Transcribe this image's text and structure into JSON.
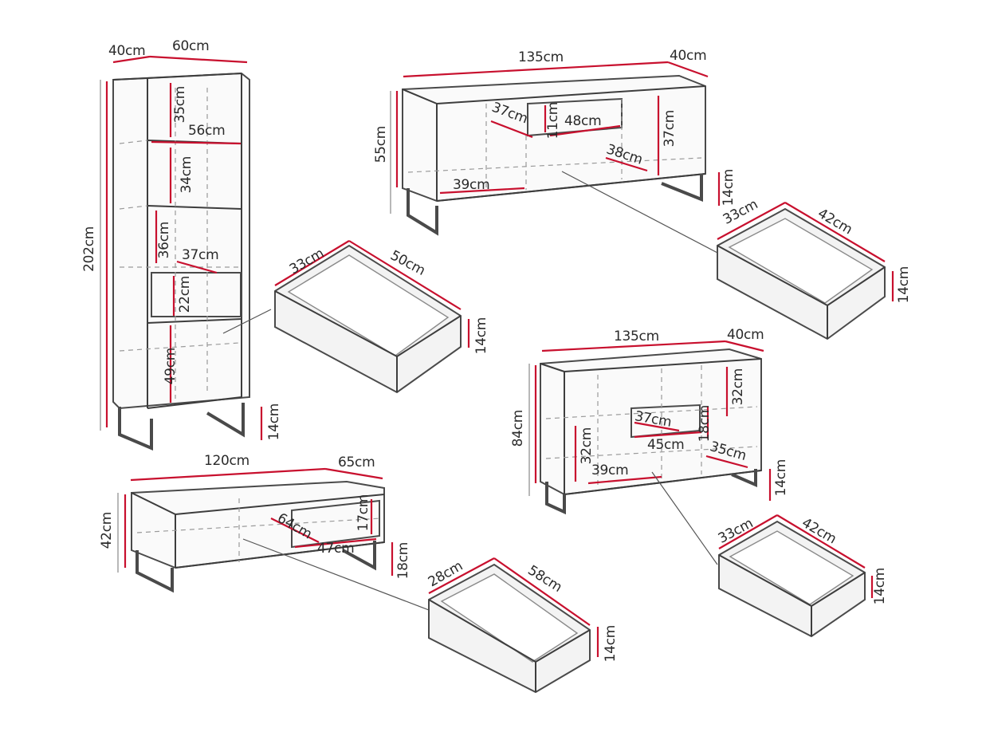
{
  "labels": {
    "bookcase_depth": "40cm",
    "bookcase_width": "60cm",
    "bookcase_height": "202cm",
    "bookcase_shelf1": "35cm",
    "bookcase_inner_width": "56cm",
    "bookcase_shelf2": "34cm",
    "bookcase_shelf3": "36cm",
    "bookcase_niche_width": "37cm",
    "bookcase_niche_height": "22cm",
    "bookcase_bottom": "49cm",
    "bookcase_leg": "14cm",
    "bookcase_drawer_depth": "33cm",
    "bookcase_drawer_width": "50cm",
    "bookcase_drawer_height": "14cm",
    "tv_width": "135cm",
    "tv_depth": "40cm",
    "tv_height": "55cm",
    "tv_niche_depth": "37cm",
    "tv_niche_height": "11cm",
    "tv_niche_width": "48cm",
    "tv_side_height": "37cm",
    "tv_side_depth": "38cm",
    "tv_side_width": "39cm",
    "tv_leg": "14cm",
    "tv_drawer_depth": "33cm",
    "tv_drawer_width": "42cm",
    "tv_drawer_height": "14cm",
    "sb_width": "135cm",
    "sb_depth": "40cm",
    "sb_height": "84cm",
    "sb_right_height": "32cm",
    "sb_niche_height": "18cm",
    "sb_niche_depth": "37cm",
    "sb_niche_width": "45cm",
    "sb_left_height": "32cm",
    "sb_left_width": "39cm",
    "sb_right_depth": "35cm",
    "sb_leg": "14cm",
    "sb_drawer_depth": "33cm",
    "sb_drawer_width": "42cm",
    "sb_drawer_height": "14cm",
    "ct_width": "120cm",
    "ct_depth": "65cm",
    "ct_height": "42cm",
    "ct_niche_height": "17cm",
    "ct_niche_depth": "64cm",
    "ct_niche_width": "47cm",
    "ct_leg": "18cm",
    "ct_drawer_depth": "28cm",
    "ct_drawer_width": "58cm",
    "ct_drawer_height": "14cm"
  },
  "colors": {
    "dimension": "#c8102e",
    "outline": "#3d3d3d",
    "text": "#2a2a2a"
  }
}
